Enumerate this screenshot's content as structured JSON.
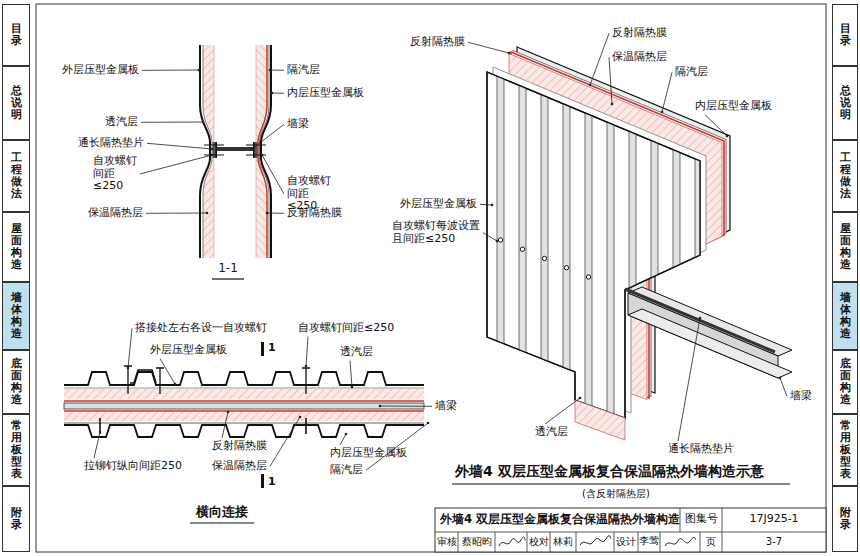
{
  "diagram": {
    "title": "外墙4 双层压型金属板复合保温隔热外墙构造",
    "caption": "外墙4 双层压型金属板复合保温隔热外墙构造示意",
    "nodes": [
      {
        "text": [
          "目录"
        ]
      },
      {
        "text": [
          "总说明"
        ]
      },
      {
        "text": [
          "工程做法"
        ]
      },
      {
        "text": [
          "屋面构造"
        ]
      },
      {
        "text": [
          "墙体构造"
        ]
      },
      {
        "text": [
          "底面构造"
        ]
      },
      {
        "text": [
          "常用板型表"
        ]
      },
      {
        "text": [
          "附录"
        ]
      },
      {
        "text": [
          "目录"
        ]
      },
      {
        "text": [
          "总说明"
        ]
      },
      {
        "text": [
          "工程做法"
        ]
      },
      {
        "text": [
          "屋面构造"
        ]
      },
      {
        "text": [
          "墙体构造"
        ]
      },
      {
        "text": [
          "底面构造"
        ]
      },
      {
        "text": [
          "常用板型表"
        ]
      },
      {
        "text": [
          "附录"
        ]
      }
    ],
    "labels": [
      "外层压型金属板",
      "透汽层",
      "通长隔热垫片",
      "自攻螺钉 间距≤250",
      "保温隔热层",
      "隔汽层",
      "内层压型金属板",
      "墙梁",
      "自攻螺钉 间距≤250",
      "反射隔热膜",
      "1-1",
      "搭接处左右各设一自攻螺钉",
      "外层压型金属板",
      "自攻螺钉间距≤250",
      "1",
      "透汽层",
      "墙梁",
      "反射隔热膜",
      "保温隔热层",
      "拉铆钉纵向间距250",
      "内层压型金属板",
      "隔汽层",
      "1",
      "横向连接",
      "反射隔热膜",
      "反射隔热膜",
      "保温隔热层",
      "隔汽层",
      "内层压型金属板",
      "外层压型金属板",
      "自攻螺钉每波设置 且间距≤250",
      "墙梁",
      "透汽层",
      "通长隔热垫片",
      "(含反射隔热层)",
      "图集号",
      "17J925-1",
      "审核",
      "蔡昭昀",
      "校对",
      "林莉",
      "设计",
      "李莺",
      "页",
      "3-7"
    ]
  }
}
